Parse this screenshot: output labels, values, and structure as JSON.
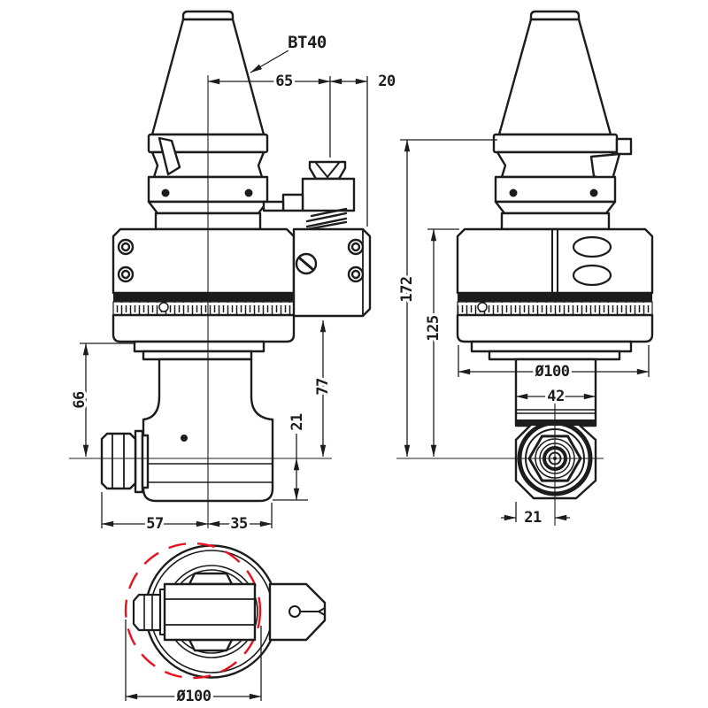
{
  "colors": {
    "line": "#1c1c1c",
    "red": "#e8101c",
    "paper": "#ffffff"
  },
  "labels": {
    "taper_model": "BT40",
    "front": {
      "d65": "65",
      "d20": "20",
      "d66": "66",
      "d77": "77",
      "d21": "21",
      "d57": "57",
      "d35": "35"
    },
    "side": {
      "d172": "172",
      "d125": "125",
      "dia100": "Ø100",
      "d42": "42",
      "d21": "21"
    },
    "bottom": {
      "dia100": "Ø100"
    }
  }
}
